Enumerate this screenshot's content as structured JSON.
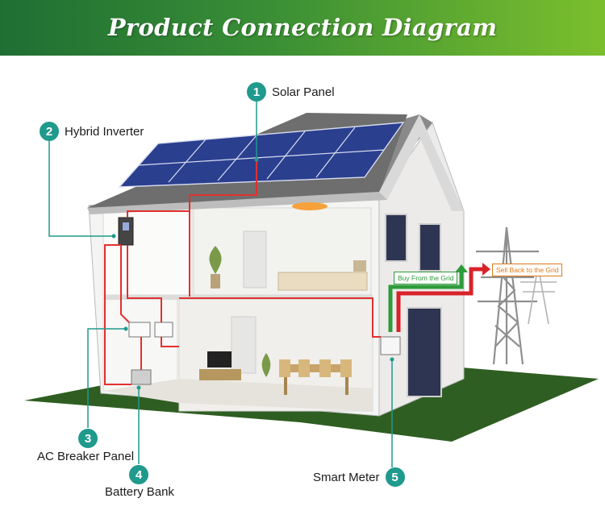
{
  "banner": {
    "title": "Product Connection Diagram",
    "gradient_from": "#1f6e34",
    "gradient_to": "#7cbf2d"
  },
  "colors": {
    "badge": "#1f9a8c",
    "wire": "#e23030",
    "buy_arrow": "#2e9b3b",
    "sell_arrow": "#d8232a",
    "ground": "#2f5e22",
    "roof": "#6e6e6e",
    "solar": "#2b3f8f"
  },
  "components": [
    {
      "number": "1",
      "label": "Solar Panel",
      "icon": "solar-panel-array"
    },
    {
      "number": "2",
      "label": "Hybrid Inverter",
      "icon": "inverter-unit"
    },
    {
      "number": "3",
      "label": "AC Breaker Panel",
      "icon": "breaker-box"
    },
    {
      "number": "4",
      "label": "Battery Bank",
      "icon": "battery-box"
    },
    {
      "number": "5",
      "label": "Smart Meter",
      "icon": "meter-box"
    }
  ],
  "grid_flow": {
    "buy": "Buy From the Grid",
    "sell": "Sell Back to the Grid"
  }
}
